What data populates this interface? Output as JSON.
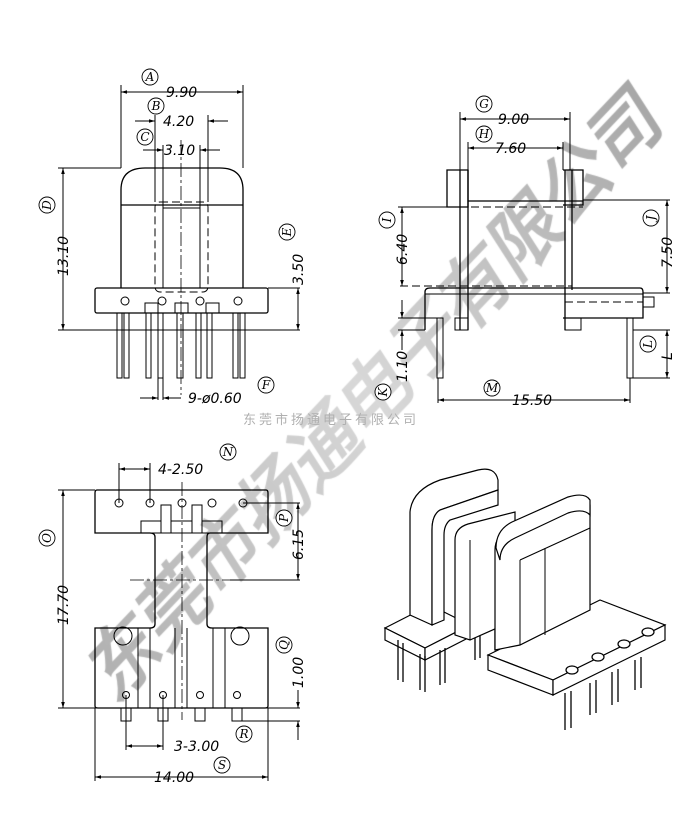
{
  "drawing": {
    "front_view": {
      "A": {
        "label": "A",
        "value": "9.90"
      },
      "B": {
        "label": "B",
        "value": "4.20"
      },
      "C": {
        "label": "C",
        "value": "3.10"
      },
      "D": {
        "label": "D",
        "value": "13.10"
      },
      "E": {
        "label": "E",
        "value": "3.50"
      },
      "F": {
        "label": "F",
        "value": "9-ø0.60"
      }
    },
    "side_view": {
      "G": {
        "label": "G",
        "value": "9.00"
      },
      "H": {
        "label": "H",
        "value": "7.60"
      },
      "I": {
        "label": "I",
        "value": "6.40"
      },
      "J": {
        "label": "J",
        "value": "7.50"
      },
      "K": {
        "label": "K",
        "value": "1.10"
      },
      "L": {
        "label": "L",
        "value": "L"
      },
      "M": {
        "label": "M",
        "value": "15.50"
      }
    },
    "bottom_view": {
      "N": {
        "label": "N",
        "value": "4-2.50"
      },
      "O": {
        "label": "O",
        "value": "17.70"
      },
      "P": {
        "label": "P",
        "value": "6.15"
      },
      "Q": {
        "label": "Q",
        "value": "1.00"
      },
      "R": {
        "label": "R",
        "value": "3-3.00"
      },
      "S": {
        "label": "S",
        "value": "14.00"
      }
    }
  },
  "watermark": {
    "large": "东莞市扬通电子有限公司",
    "small": "东莞市扬通电子有限公司"
  }
}
